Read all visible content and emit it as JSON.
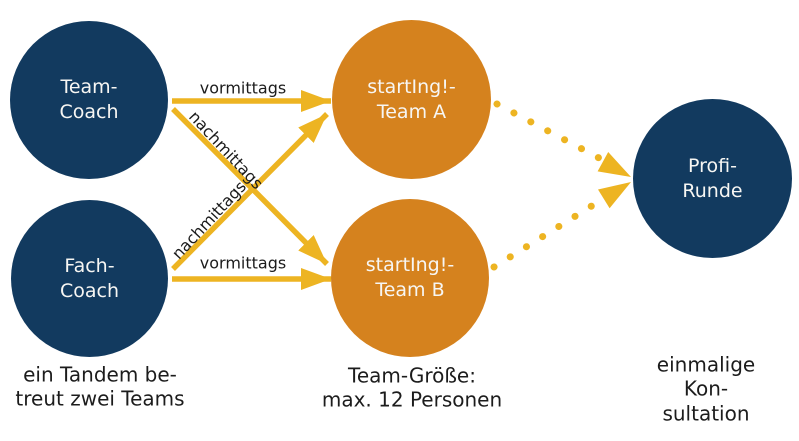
{
  "colors": {
    "navy": "#123a5f",
    "orange": "#d5821e",
    "gold": "#edb422",
    "ink": "#1c1c1c",
    "node_text": "#f7f6f3",
    "bg": "#ffffff"
  },
  "nodes": {
    "team_coach": {
      "label": "Team-\nCoach"
    },
    "fach_coach": {
      "label": "Fach-\nCoach"
    },
    "team_a": {
      "label": "startIng!-\nTeam A"
    },
    "team_b": {
      "label": "startIng!-\nTeam B"
    },
    "profi_runde": {
      "label": "Profi-\nRunde"
    }
  },
  "edges": {
    "team_coach_to_team_a": {
      "label": "vormittags",
      "style": "solid-arrow"
    },
    "team_coach_to_team_b": {
      "label": "nachmittags",
      "style": "solid-arrow"
    },
    "fach_coach_to_team_a": {
      "label": "nachmittags",
      "style": "solid-arrow"
    },
    "fach_coach_to_team_b": {
      "label": "vormittags",
      "style": "solid-arrow"
    },
    "team_a_to_profi_runde": {
      "label": "",
      "style": "dotted-arrow"
    },
    "team_b_to_profi_runde": {
      "label": "",
      "style": "dotted-arrow"
    }
  },
  "captions": {
    "tandem": "ein Tandem be-\ntreut zwei Teams",
    "team_size": "Team-Größe:\nmax. 12 Personen",
    "consultation": "einmalige Kon-\nsultation"
  }
}
